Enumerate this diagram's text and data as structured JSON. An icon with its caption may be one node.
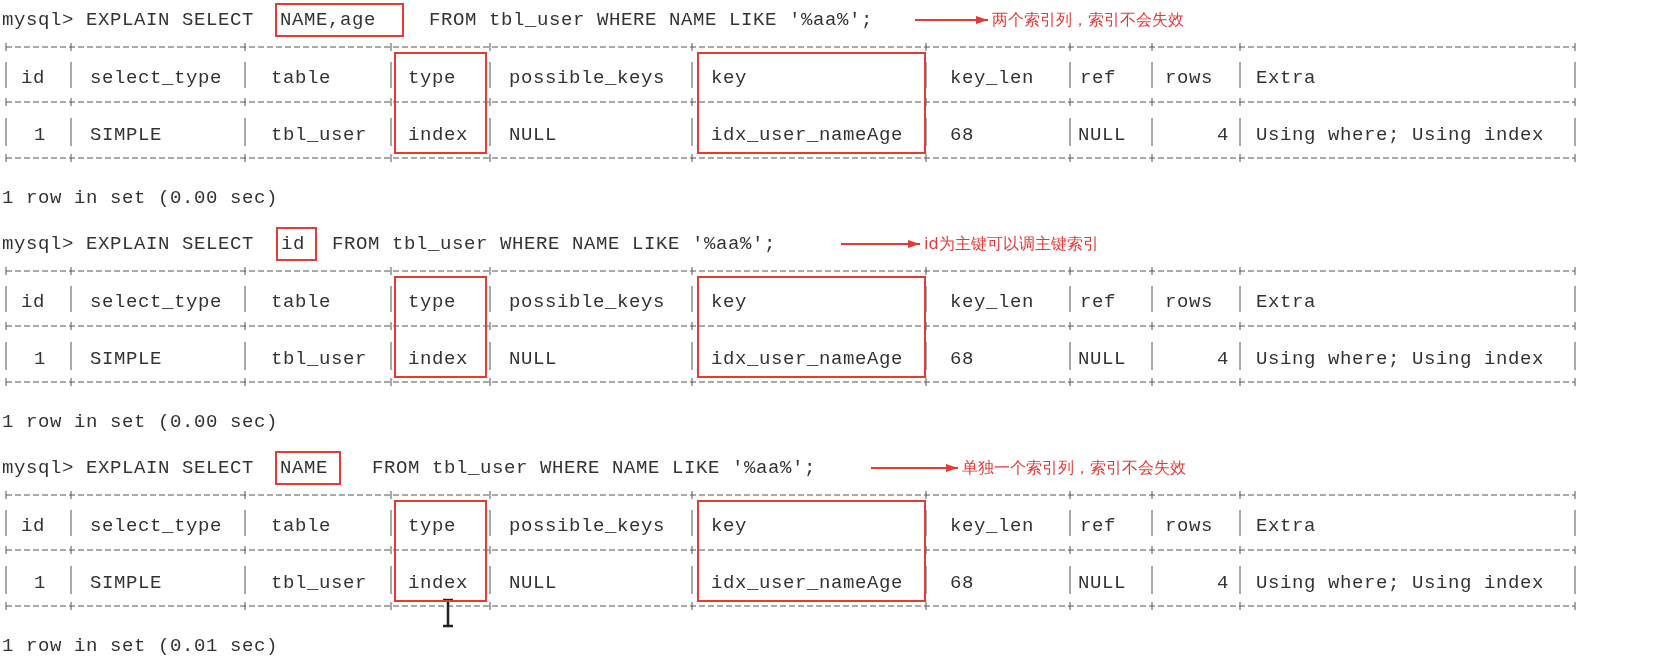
{
  "diagram": {
    "nodes": [
      {
        "text": [
          "NAME,age"
        ]
      },
      {
        "text": [
          "两个索引列，索引不会失效"
        ]
      },
      {
        "text": [
          "type",
          "index"
        ]
      },
      {
        "text": [
          "key",
          "idx_user_nameAge"
        ]
      },
      {
        "text": [
          "id"
        ]
      },
      {
        "text": [
          "id为主键可以调主键索引"
        ]
      },
      {
        "text": [
          "type",
          "index"
        ]
      },
      {
        "text": [
          "key",
          "idx_user_nameAge"
        ]
      },
      {
        "text": [
          "NAME"
        ]
      },
      {
        "text": [
          "单独一个索引列，索引不会失效"
        ]
      },
      {
        "text": [
          "type",
          "index"
        ]
      },
      {
        "text": [
          "key",
          "idx_user_nameAge"
        ]
      }
    ],
    "edges": [
      {
        "from": null,
        "to": 1,
        "arrow": "to"
      },
      {
        "from": null,
        "to": 5,
        "arrow": "to"
      },
      {
        "from": null,
        "to": 9,
        "arrow": "to"
      }
    ],
    "labels": [
      "mysql> EXPLAIN SELECT",
      "FROM tbl_user WHERE NAME LIKE '%aa%';",
      "id",
      "select_type",
      "table",
      "possible_keys",
      "key_len",
      "ref",
      "rows",
      "Extra",
      "1",
      "SIMPLE",
      "tbl_user",
      "NULL",
      "68",
      "NULL",
      "4",
      "Using where; Using index",
      "1 row in set (0.00 sec)",
      "mysql> EXPLAIN SELECT",
      "FROM tbl_user WHERE NAME LIKE '%aa%';",
      "id",
      "select_type",
      "table",
      "possible_keys",
      "key_len",
      "ref",
      "rows",
      "Extra",
      "1",
      "SIMPLE",
      "tbl_user",
      "NULL",
      "68",
      "NULL",
      "4",
      "Using where; Using index",
      "1 row in set (0.00 sec)",
      "mysql> EXPLAIN SELECT",
      "FROM tbl_user WHERE NAME LIKE '%aa%';",
      "id",
      "select_type",
      "table",
      "possible_keys",
      "key_len",
      "ref",
      "rows",
      "Extra",
      "1",
      "SIMPLE",
      "tbl_user",
      "NULL",
      "68",
      "NULL",
      "4",
      "Using where; Using index",
      "1 row in set (0.01 sec)"
    ]
  }
}
